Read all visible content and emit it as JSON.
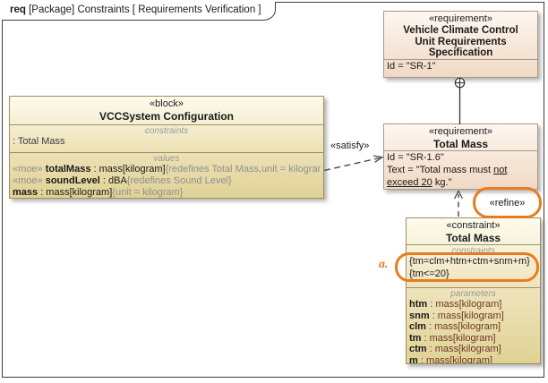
{
  "frame": {
    "title_keyword": "req",
    "title_rest": " [Package] Constraints [ Requirements Verification ]"
  },
  "block_vcc": {
    "stereotype": "«block»",
    "name": "VCCSystem Configuration",
    "constraints_label": "constraints",
    "constraint_item": ": Total Mass",
    "values_label": "values",
    "values": [
      {
        "stereo": "«moe» ",
        "name": "totalMass",
        "type": " : mass[kilogram]",
        "tags": "{redefines Total Mass,unit = kilogram}c"
      },
      {
        "stereo": "«moe» ",
        "name": "soundLevel",
        "type": " : dBA",
        "tags": "{redefines Sound Level}"
      },
      {
        "stereo": "",
        "name": "mass",
        "type": " : mass[kilogram]",
        "tags": "{unit = kilogram}"
      }
    ]
  },
  "req_spec": {
    "stereotype": "«requirement»",
    "name_line1": "Vehicle Climate Control",
    "name_line2": "Unit Requirements",
    "name_line3": "Specification",
    "id_text": "Id = \"SR-1\""
  },
  "req_total_mass": {
    "stereotype": "«requirement»",
    "name": "Total Mass",
    "id_text": "Id = \"SR-1.6\"",
    "text_prefix": "Text = \"Total mass must ",
    "text_u1": "not",
    "text_u2": "exceed 20",
    "text_suffix": " kg.\""
  },
  "constraint_tm": {
    "stereotype": "«constraint»",
    "name": "Total Mass",
    "constraints_label": "constraints",
    "constraint_lines": [
      "{tm=clm+htm+ctm+snm+m}",
      "{tm<=20}"
    ],
    "parameters_label": "parameters",
    "parameters": [
      {
        "name": "htm",
        "type": " : mass[kilogram]"
      },
      {
        "name": "snm",
        "type": " : mass[kilogram]"
      },
      {
        "name": "clm",
        "type": " : mass[kilogram]"
      },
      {
        "name": "tm",
        "type": " : mass[kilogram]"
      },
      {
        "name": "ctm",
        "type": " : mass[kilogram]"
      },
      {
        "name": "m",
        "type": " : mass[kilogram]"
      }
    ]
  },
  "relations": {
    "satisfy_label": "«satisfy»",
    "refine_label": "«refine»"
  },
  "annotations": {
    "marker": "a.",
    "highlight_color": "#e87b20"
  }
}
